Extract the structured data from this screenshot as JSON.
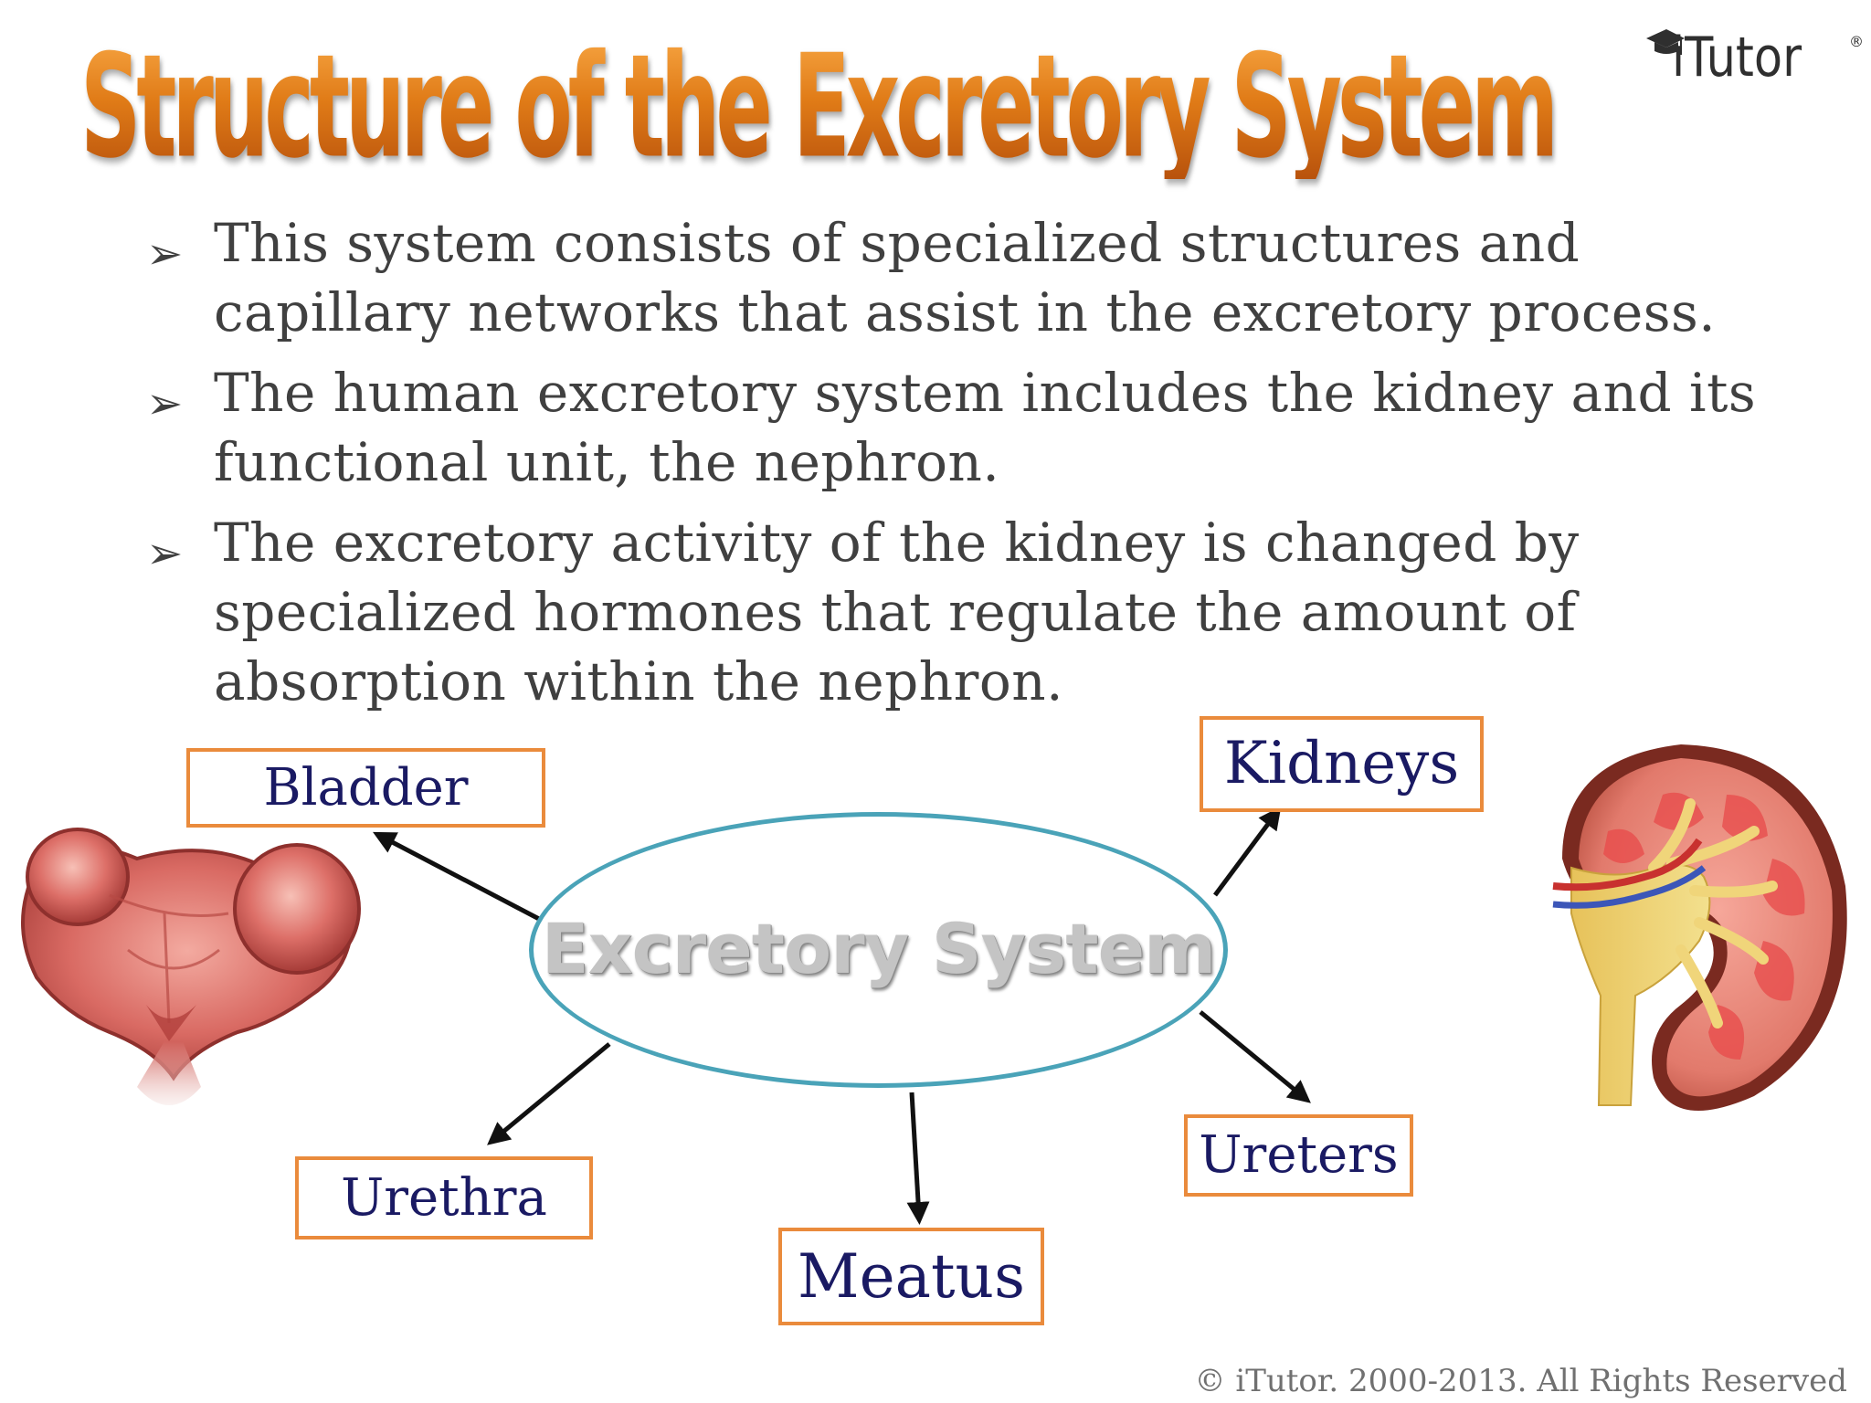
{
  "slide": {
    "title": "Structure of the Excretory System",
    "logo_text": "iTutor",
    "logo_mark": "®",
    "bullets": [
      "This system consists of specialized structures and capillary networks that assist in the excretory process.",
      "The human excretory system includes the kidney and its functional unit, the nephron.",
      "The excretory activity of the kidney is changed by specialized hormones that regulate the amount of absorption within the nephron."
    ],
    "bullet_marker": "➢",
    "copyright": "© iTutor. 2000-2013. All Rights Reserved"
  },
  "diagram": {
    "center": "Excretory System",
    "nodes": {
      "bladder": "Bladder",
      "kidneys": "Kidneys",
      "urethra": "Urethra",
      "meatus": "Meatus",
      "ureters": "Ureters"
    }
  },
  "colors": {
    "title_orange": "#e07b17",
    "box_border": "#ea8b3c",
    "box_text": "#1a1a63",
    "ellipse_border": "#4aa3b8",
    "body_text": "#404040"
  }
}
